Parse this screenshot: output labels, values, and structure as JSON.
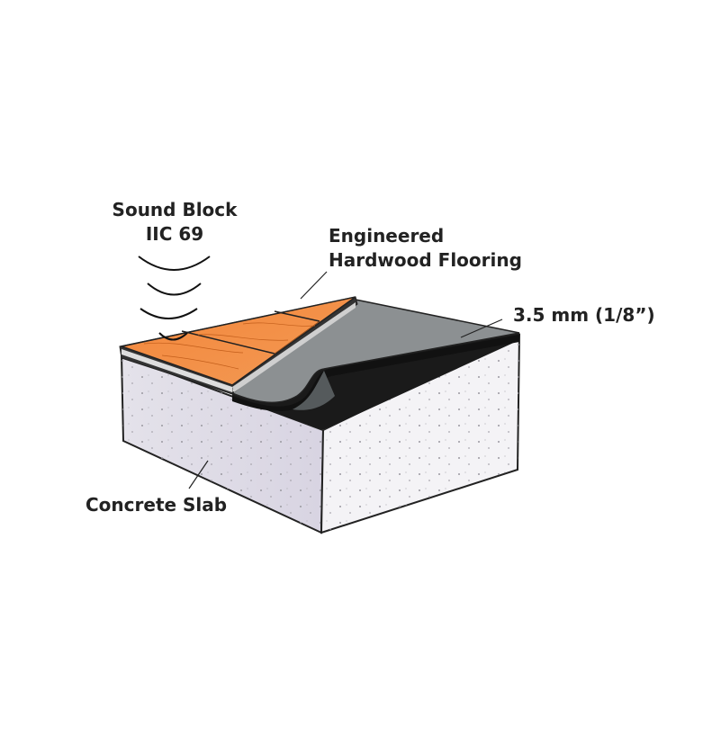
{
  "labels": {
    "sound_block_line1": "Sound Block",
    "sound_block_line2": "IIC 69",
    "flooring_line1": "Engineered",
    "flooring_line2": "Hardwood Flooring",
    "thickness": "3.5 mm (1/8”)",
    "slab": "Concrete Slab"
  },
  "colors": {
    "wood": "#f08a3c",
    "mat": "#8c9092",
    "concrete": "#eceaf0",
    "text": "#222222"
  }
}
